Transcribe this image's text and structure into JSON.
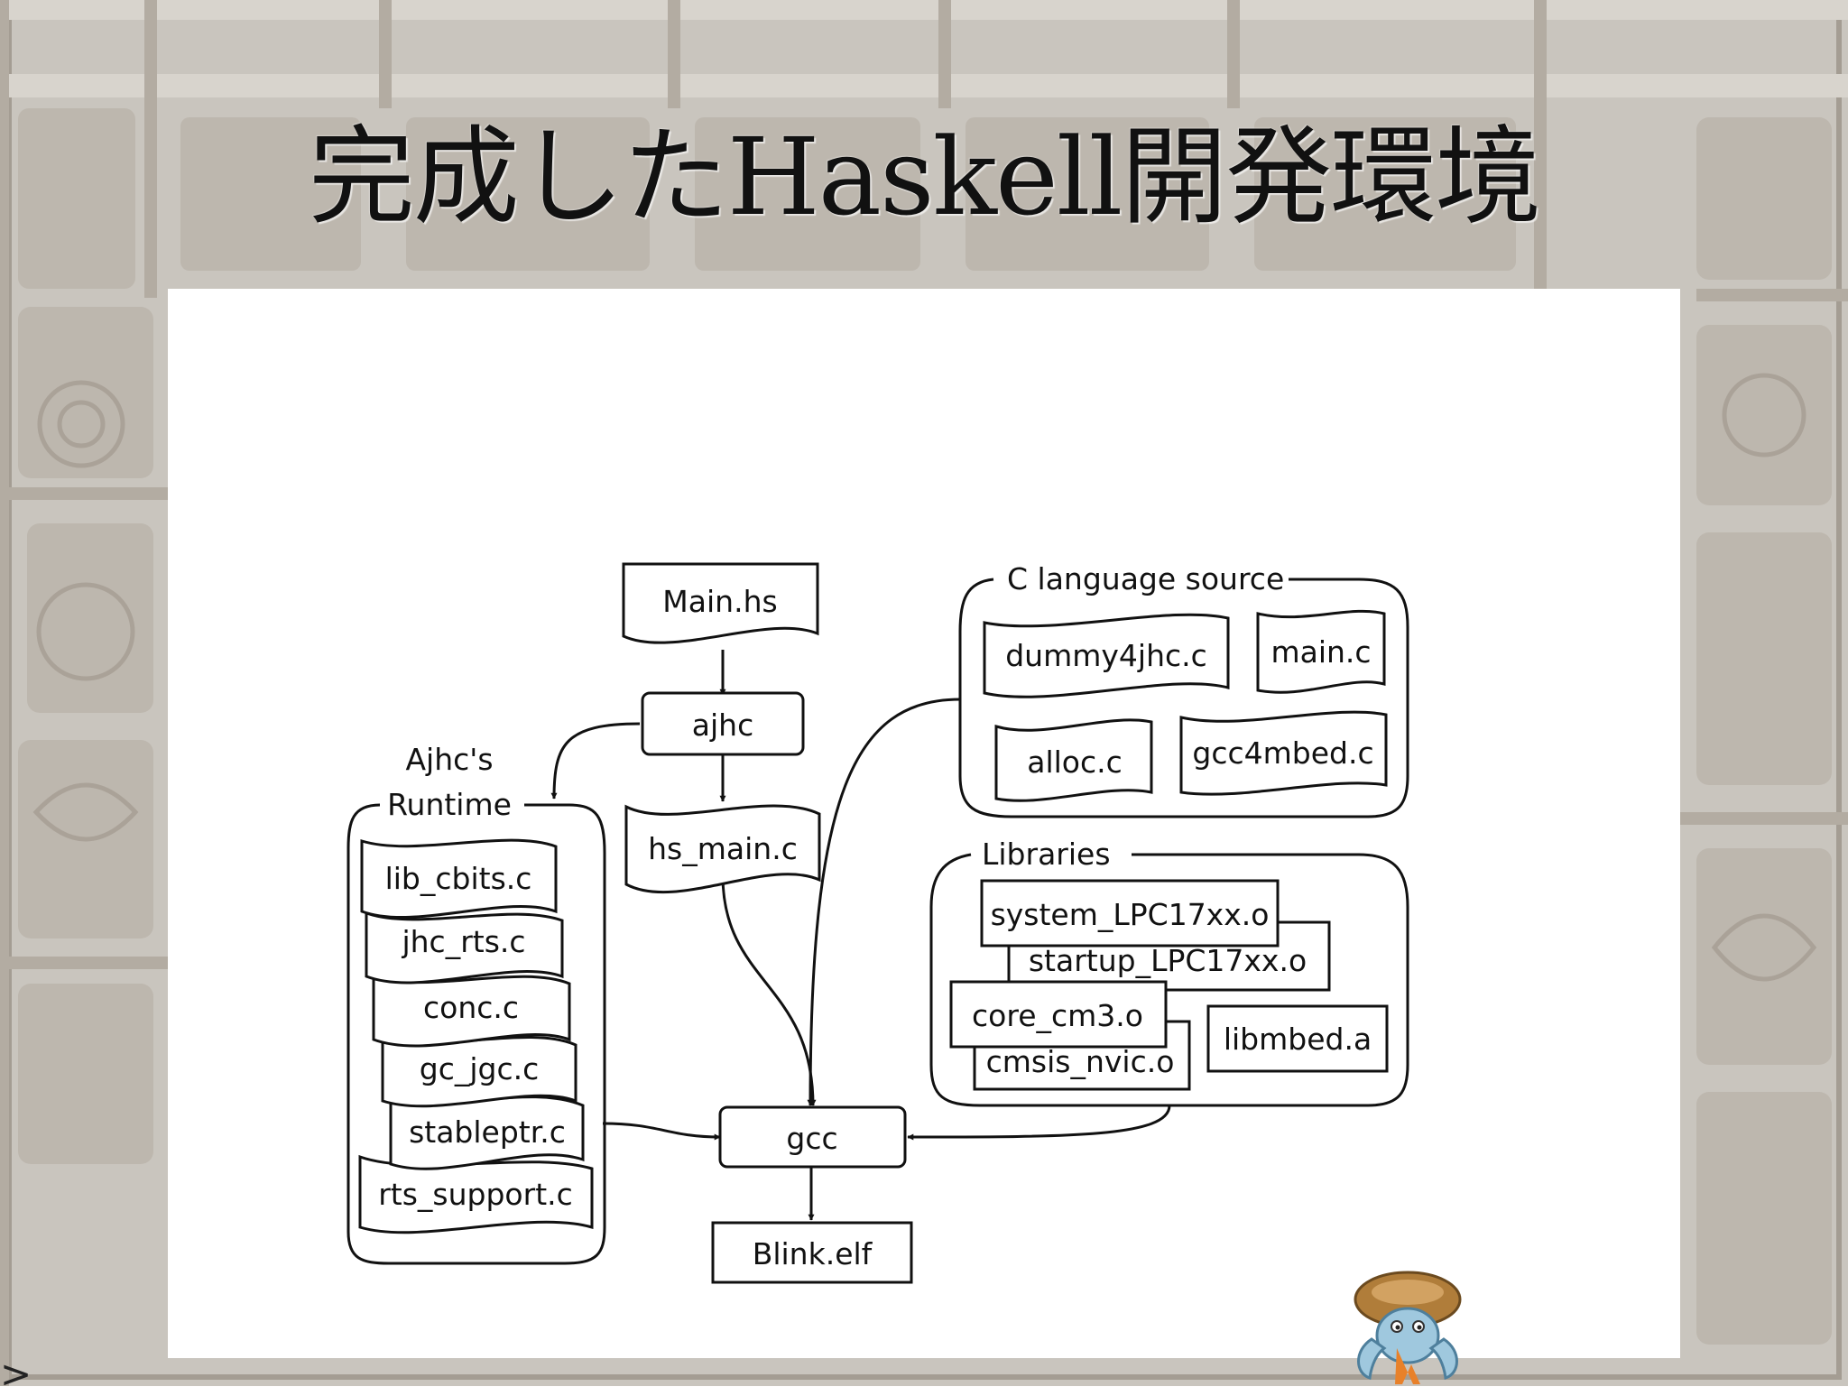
{
  "slide": {
    "title": "完成したHaskell開発環境",
    "corner_glyph": ">"
  },
  "diagram": {
    "groups": {
      "runtime_line1": "Ajhc's",
      "runtime_line2": "Runtime",
      "c_source": "C language source",
      "libraries": "Libraries"
    },
    "runtime_files": [
      "lib_cbits.c",
      "jhc_rts.c",
      "conc.c",
      "gc_jgc.c",
      "stableptr.c",
      "rts_support.c"
    ],
    "main_hs": "Main.hs",
    "ajhc": "ajhc",
    "hs_main": "hs_main.c",
    "c_files": {
      "dummy": "dummy4jhc.c",
      "main": "main.c",
      "alloc": "alloc.c",
      "gcc4mbed": "gcc4mbed.c"
    },
    "libraries": {
      "system": "system_LPC17xx.o",
      "startup": "startup_LPC17xx.o",
      "core": "core_cm3.o",
      "cmsis": "cmsis_nvic.o",
      "libmbed": "libmbed.a"
    },
    "gcc": "gcc",
    "output": "Blink.elf"
  },
  "colors": {
    "stroke": "#111111",
    "panel": "#ffffff",
    "mascot_shell": "#b07d3a",
    "mascot_body": "#9fc8de",
    "mascot_lambda": "#e8812a"
  }
}
